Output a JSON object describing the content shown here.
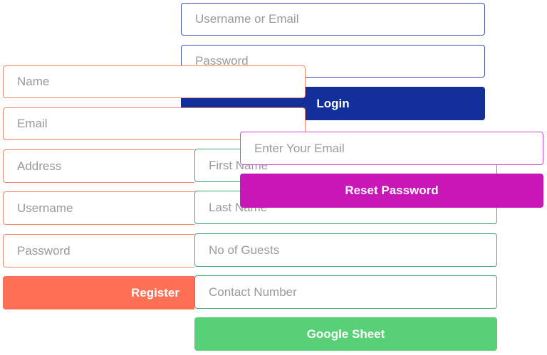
{
  "login_form": {
    "username_placeholder": "Username or Email",
    "password_placeholder": "Password",
    "login_label": "Login",
    "accent": "#13309a"
  },
  "guest_form": {
    "first_name_placeholder": "First Name",
    "last_name_placeholder": "Last Name",
    "guests_placeholder": "No of Guests",
    "contact_placeholder": "Contact Number",
    "submit_label": "Google Sheet",
    "accent": "#58d077"
  },
  "register_form": {
    "name_placeholder": "Name",
    "email_placeholder": "Email",
    "address_placeholder": "Address",
    "username_placeholder": "Username",
    "password_placeholder": "Password",
    "register_label": "Register",
    "accent": "#fe7056"
  },
  "reset_form": {
    "email_placeholder": "Enter Your Email",
    "reset_label": "Reset Password",
    "accent": "#c917b7"
  }
}
